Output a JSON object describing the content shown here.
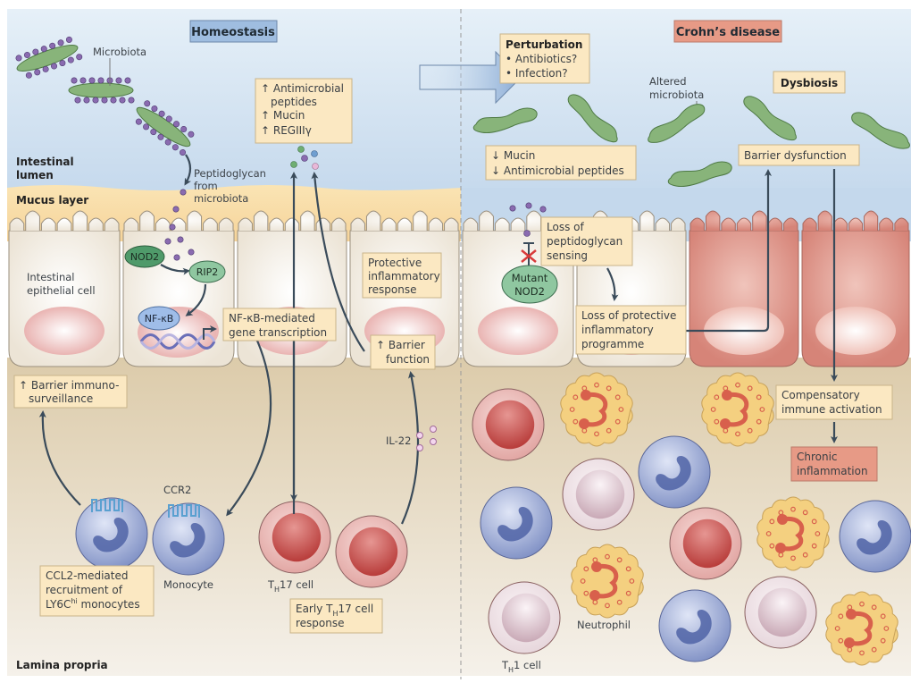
{
  "headers": {
    "homeostasis": "Homeostasis",
    "crohns": "Crohn’s disease"
  },
  "regions": {
    "lumen_line1": "Intestinal",
    "lumen_line2": "lumen",
    "mucus": "Mucus layer",
    "lamina": "Lamina propria"
  },
  "left": {
    "microbiota_label": "Microbiota",
    "peptidoglycan": [
      "Peptidoglycan",
      "from",
      "microbiota"
    ],
    "amp_box": [
      "↑ Antimicrobial",
      "peptides",
      "↑ Mucin",
      "↑ REGIIIγ"
    ],
    "epithelial_label": [
      "Intestinal",
      "epithelial cell"
    ],
    "nod2": "NOD2",
    "rip2": "RIP2",
    "nfkb": "NF-κB",
    "nfkb_box": [
      "NF-κB-mediated",
      "gene transcription"
    ],
    "protective_box": [
      "Protective",
      "inflammatory",
      "response"
    ],
    "barrier_box": [
      "↑ Barrier",
      "function"
    ],
    "immuno_box": [
      "↑ Barrier immuno-",
      "surveillance"
    ],
    "ccr2": "CCR2",
    "monocyte": "Monocyte",
    "ccl2_box": [
      "CCL2-mediated",
      "recruitment of",
      "LY6C",
      "hi",
      " monocytes"
    ],
    "th17": [
      "T",
      "H",
      "17 cell"
    ],
    "il22": "IL-22",
    "early_box": [
      "Early T",
      "H",
      "17 cell",
      "response"
    ]
  },
  "right": {
    "perturbation_title": "Perturbation",
    "perturbation_items": [
      "• Antibiotics?",
      "• Infection?"
    ],
    "altered": [
      "Altered",
      "microbiota"
    ],
    "dysbiosis": "Dysbiosis",
    "mucin_box": [
      "↓ Mucin",
      "↓ Antimicrobial peptides"
    ],
    "barrier_dys": "Barrier dysfunction",
    "loss_sensing": [
      "Loss of",
      "peptidoglycan",
      "sensing"
    ],
    "mutant_nod2": [
      "Mutant",
      "NOD2"
    ],
    "loss_protective": [
      "Loss of protective",
      "inflammatory",
      "programme"
    ],
    "compensatory": [
      "Compensatory",
      "immune activation"
    ],
    "chronic": [
      "Chronic",
      "inflammation"
    ],
    "neutrophil": "Neutrophil",
    "th1": [
      "T",
      "H",
      "1 cell"
    ]
  },
  "colors": {
    "lumen": "#dbe8f4",
    "mucus": "#f8dca6",
    "lamina": "#e2d5b9",
    "epithelium": "#f0e9de",
    "diseased_epithelium": "#d98f85",
    "microbe": "#88b47a",
    "peptidoglycan": "#8a6bb0",
    "monocyte": "#8797c9",
    "th17": "#c9605e",
    "neutrophil": "#f4d080",
    "box": "#fbe8c2",
    "header_blue": "#9fbde0",
    "header_red": "#e79a86"
  }
}
